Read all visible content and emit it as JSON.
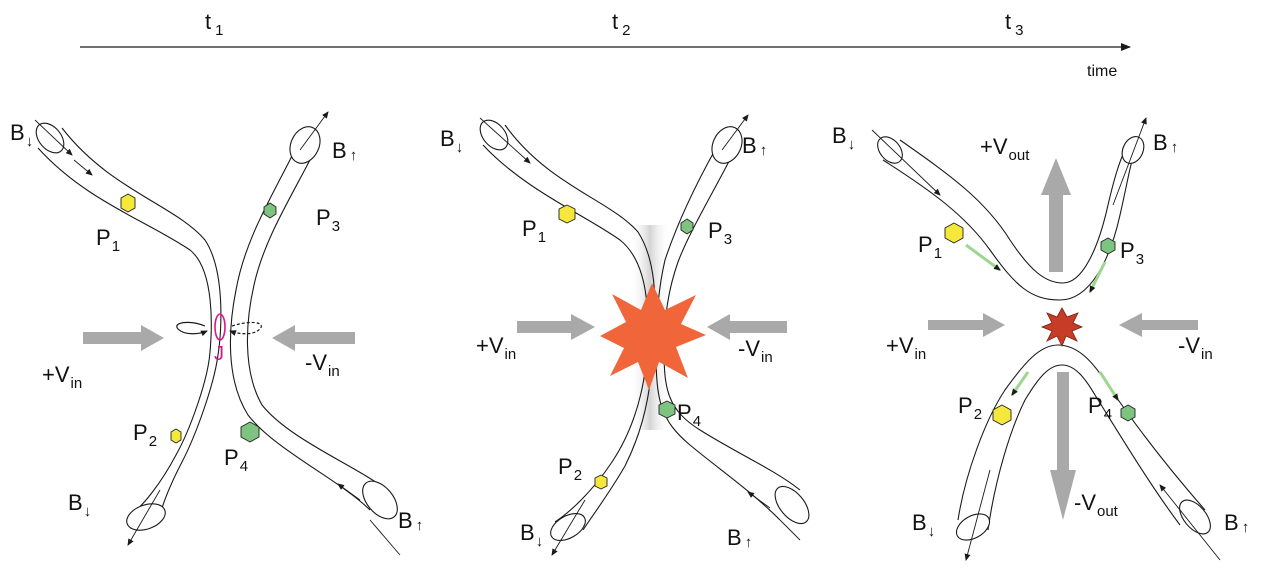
{
  "timeline": {
    "t1": "t",
    "t1_sub": "1",
    "t2": "t",
    "t2_sub": "2",
    "t3": "t",
    "t3_sub": "3",
    "axis_label": "time"
  },
  "labels": {
    "B": "B",
    "down": "↓",
    "up": "↑",
    "P": "P",
    "p1": "1",
    "p2": "2",
    "p3": "3",
    "p4": "4",
    "vin_plus": "+V",
    "vin_minus": "-V",
    "in": "in",
    "vout_plus": "+V",
    "vout_minus": "-V",
    "out": "out",
    "current": "J"
  },
  "colors": {
    "yellow_particle": "#f6e83a",
    "green_particle": "#7cc47f",
    "arrow_gray": "#a9a9a9",
    "explosion_orange": "#f0663a",
    "explosion_red": "#c63c26",
    "current_magenta": "#e0148a",
    "flow_green": "#9fd68f"
  }
}
